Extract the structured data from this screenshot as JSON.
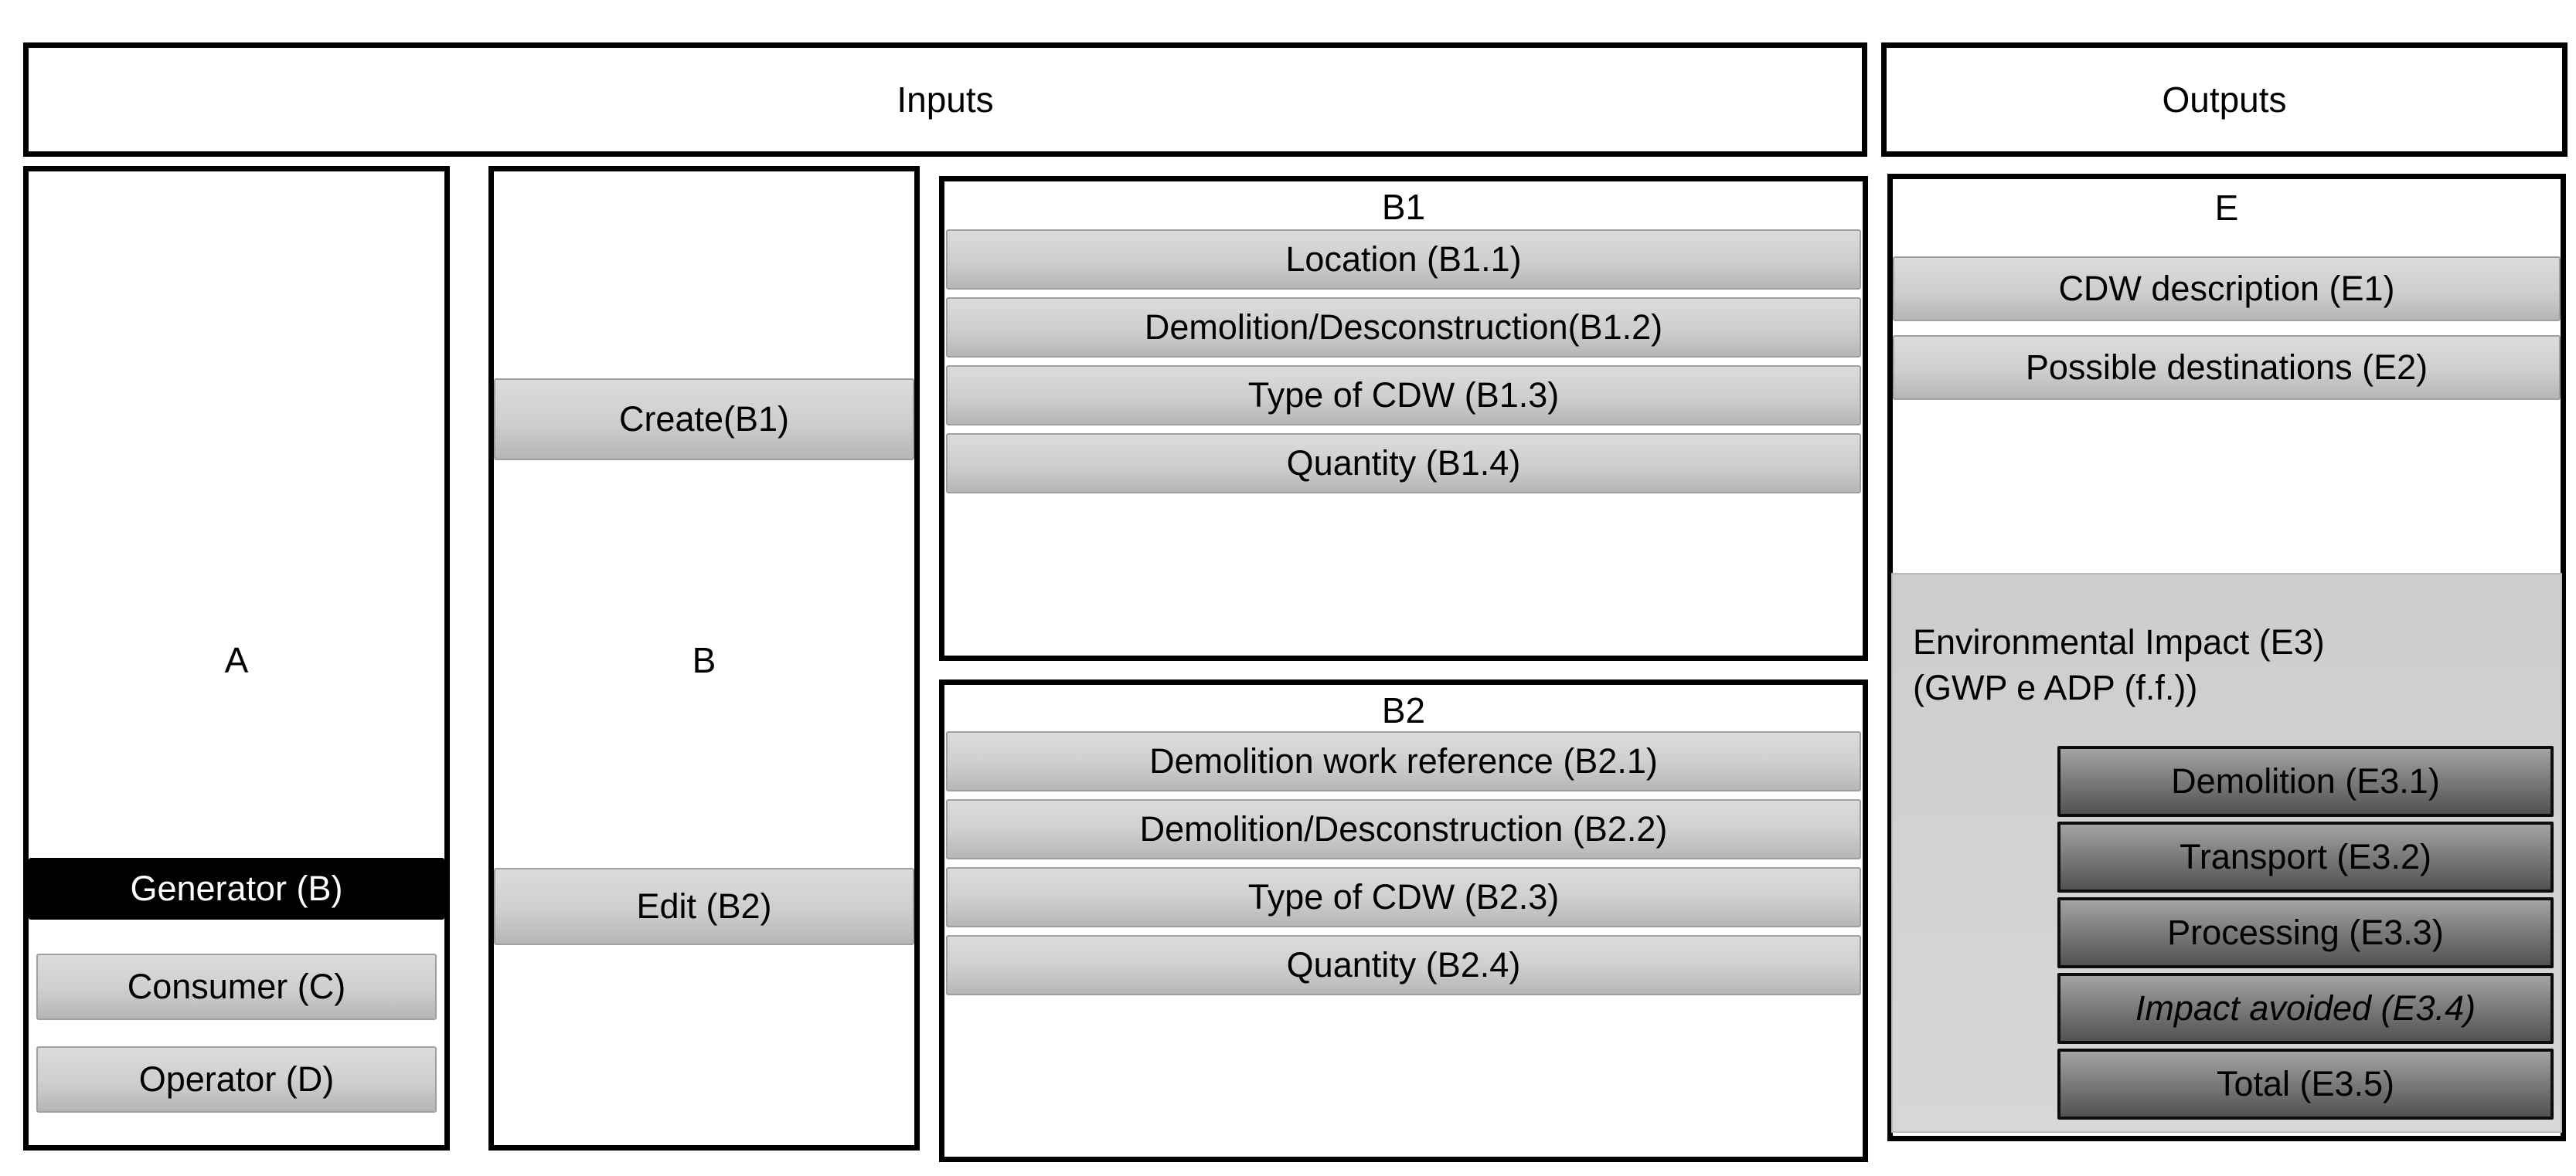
{
  "header": {
    "inputs": "Inputs",
    "outputs": "Outputs"
  },
  "panel_a": {
    "title": "A",
    "generator": "Generator (B)",
    "consumer": "Consumer (C)",
    "operator": "Operator (D)"
  },
  "panel_b": {
    "title": "B",
    "create": "Create(B1)",
    "edit": "Edit (B2)"
  },
  "panel_b1": {
    "title": "B1",
    "items": [
      "Location (B1.1)",
      "Demolition/Desconstruction(B1.2)",
      "Type of CDW (B1.3)",
      "Quantity (B1.4)"
    ]
  },
  "panel_b2": {
    "title": "B2",
    "items": [
      "Demolition work reference (B2.1)",
      "Demolition/Desconstruction (B2.2)",
      "Type of CDW (B2.3)",
      "Quantity (B2.4)"
    ]
  },
  "panel_e": {
    "title": "E",
    "cdw_description": "CDW description (E1)",
    "possible_destinations": "Possible destinations (E2)",
    "e3": {
      "title_line1": "Environmental Impact (E3)",
      "title_line2": "(GWP e ADP (f.f.))",
      "items": [
        "Demolition (E3.1)",
        "Transport (E3.2)",
        "Processing (E3.3)",
        "Impact avoided (E3.4)",
        "Total (E3.5)"
      ]
    }
  },
  "colors": {
    "border": "#000000",
    "bar_light_top": "#dcdcdc",
    "bar_light_bottom": "#b6b6b6",
    "bar_black": "#000000",
    "bar_black_text": "#ffffff",
    "bar_dark_top": "#a4a4a4",
    "bar_dark_bottom": "#525252",
    "e3_box": "#d2d2d2"
  }
}
